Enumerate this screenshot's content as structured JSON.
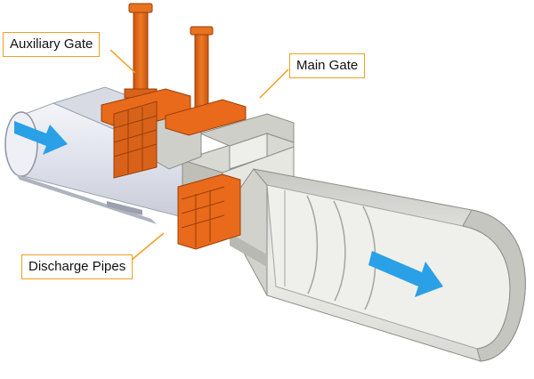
{
  "labels": {
    "auxiliary_gate": "Auxiliary Gate",
    "main_gate": "Main Gate",
    "discharge_pipes": "Discharge Pipes"
  },
  "colors": {
    "gate": "#e86a1a",
    "gate_dark": "#b94a0c",
    "arrow": "#2aa0e6",
    "callout_border": "#f0a020",
    "concrete": "#d7d7d2",
    "pipe": "#e8eaf0"
  },
  "icons": {
    "flow_in": "flow-arrow-right",
    "flow_out": "flow-arrow-right"
  }
}
